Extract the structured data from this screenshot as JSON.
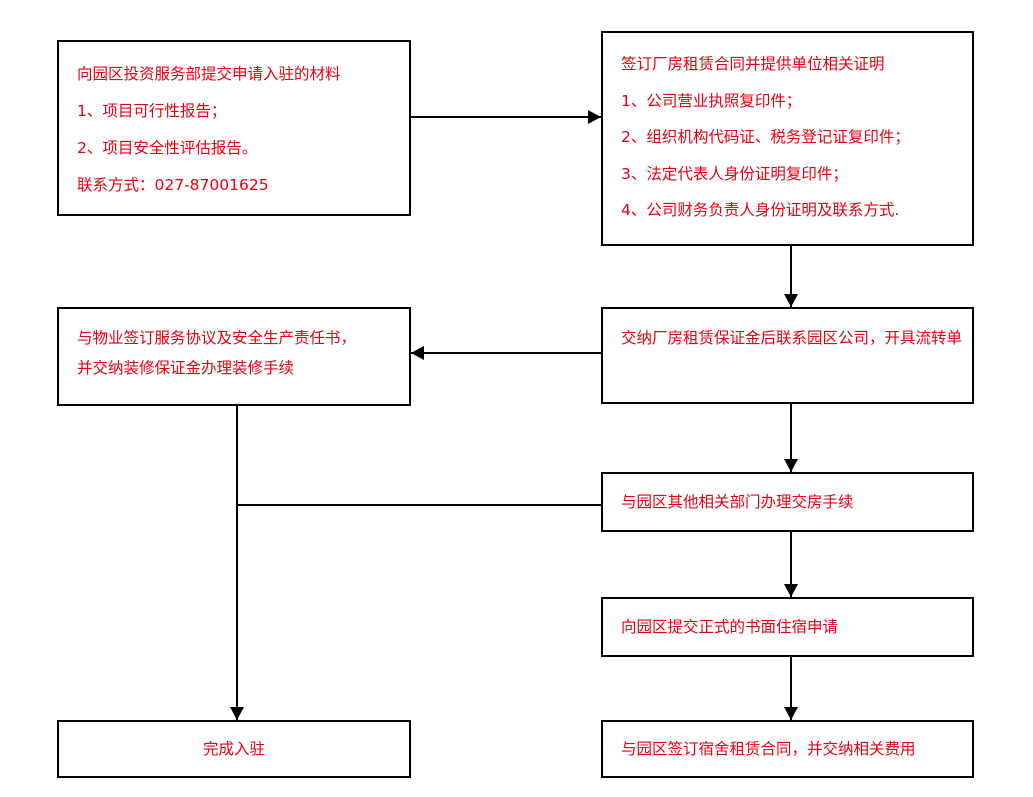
{
  "nodes": {
    "n1": {
      "lines": [
        "向园区投资服务部提交申请入驻的材料",
        "1、项目可行性报告；",
        "2、项目安全性评估报告。",
        "联系方式：027-87001625"
      ]
    },
    "n2": {
      "lines": [
        "签订厂房租赁合同并提供单位相关证明",
        "1、公司营业执照复印件；",
        "2、组织机构代码证、税务登记证复印件；",
        "3、法定代表人身份证明复印件；",
        "4、公司财务负责人身份证明及联系方式."
      ]
    },
    "n3": {
      "lines": [
        "交纳厂房租赁保证金后联系园区公司，开具流转单"
      ]
    },
    "n4": {
      "lines": [
        "与物业签订服务协议及安全生产责任书，",
        "并交纳装修保证金办理装修手续"
      ]
    },
    "n5": {
      "lines": [
        "与园区其他相关部门办理交房手续"
      ]
    },
    "n6": {
      "lines": [
        "向园区提交正式的书面住宿申请"
      ]
    },
    "n7": {
      "lines": [
        "与园区签订宿舍租赁合同，并交纳相关费用"
      ]
    },
    "n8": {
      "lines": [
        "完成入驻"
      ]
    }
  },
  "colors": {
    "text": "#e60012",
    "line": "#000000"
  }
}
